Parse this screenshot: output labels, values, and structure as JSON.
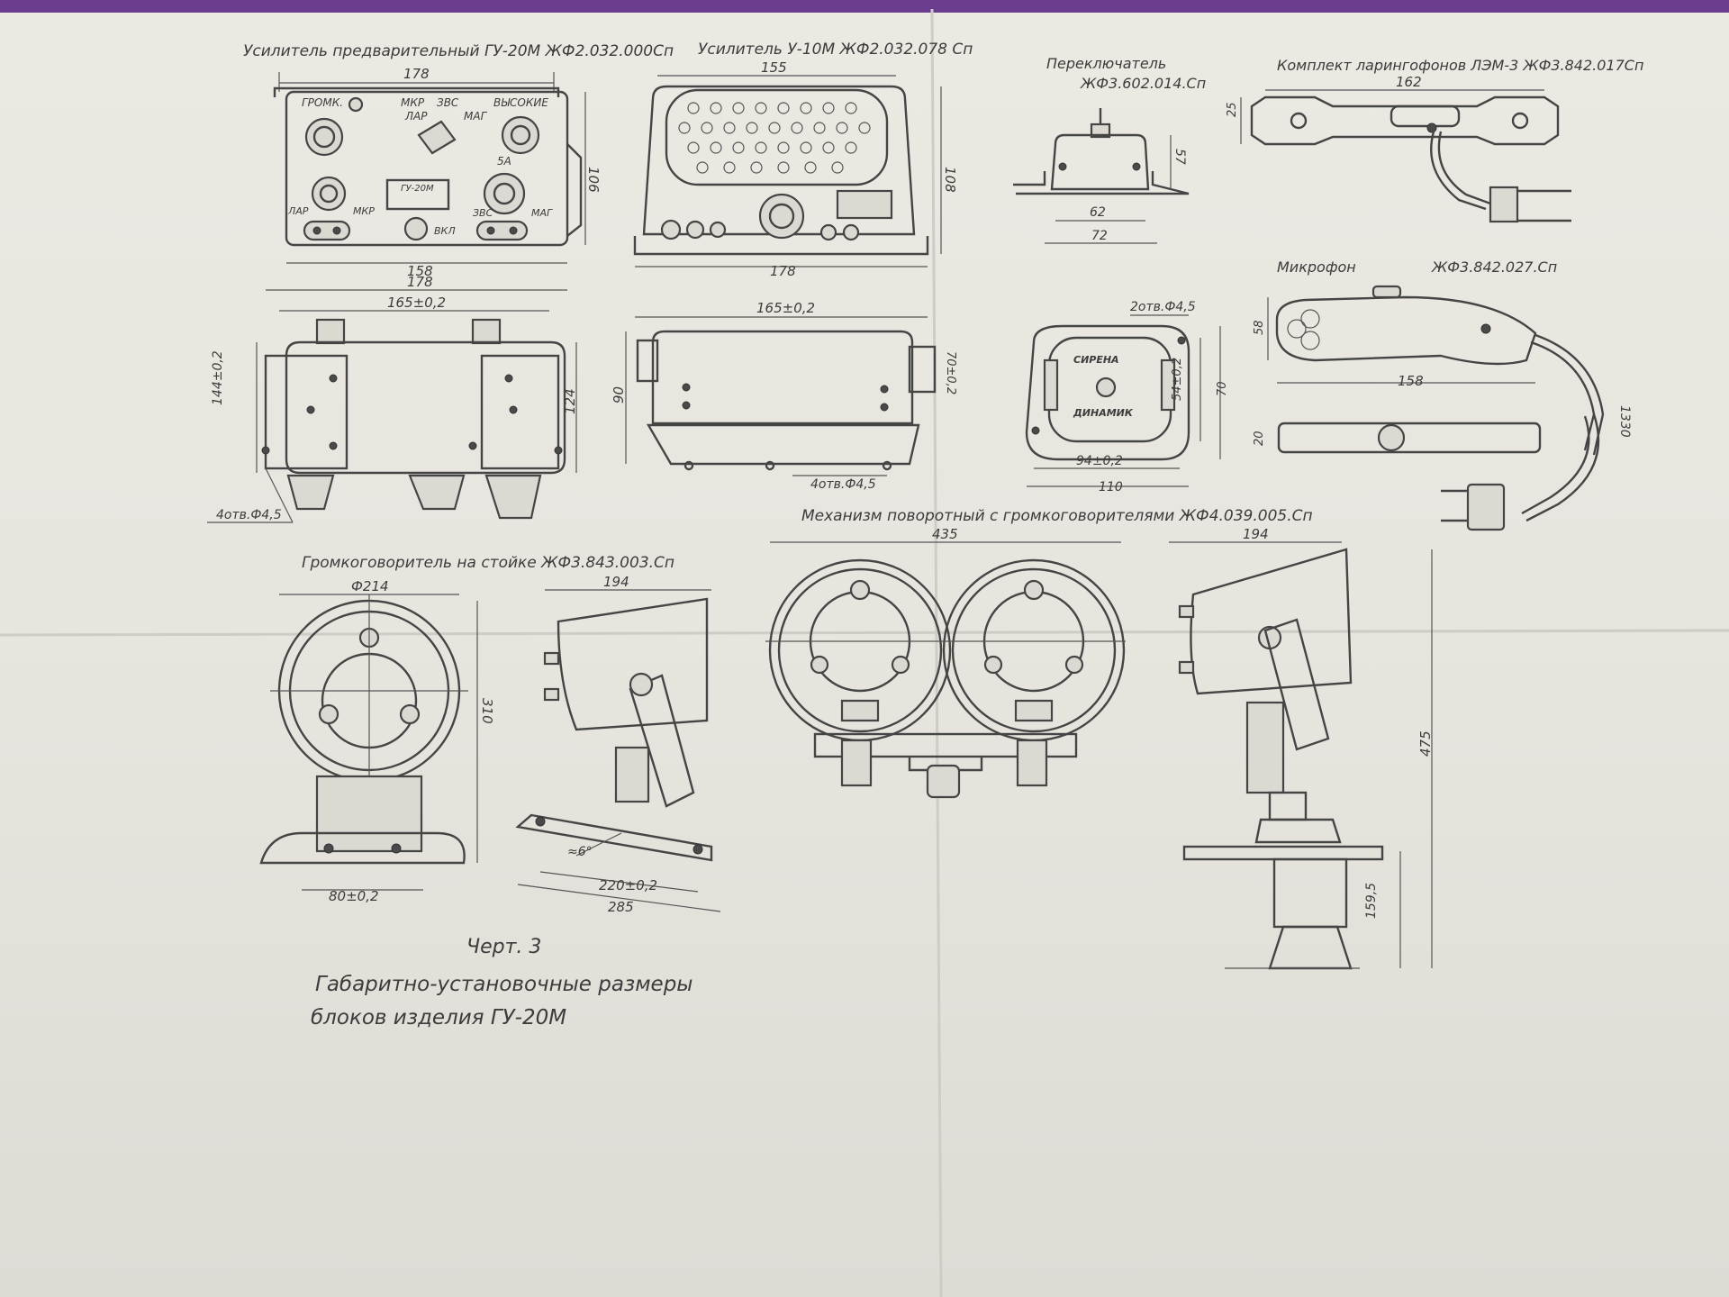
{
  "colors": {
    "background": "#6a3d8e",
    "paper": "#ebe8e2",
    "ink": "#454545"
  },
  "blocks": {
    "preamp": {
      "title": "Усилитель предварительный  ГУ-20М  ЖФ2.032.000Сп",
      "front": {
        "width_top": "178",
        "width_bottom": "158",
        "height": "106",
        "labels": {
          "gromk": "ГРОМК.",
          "mkr": "МКР",
          "zvs": "ЗВС",
          "lar": "ЛАР",
          "mag": "МАГ",
          "vysokie": "ВЫСОКИЕ",
          "fuse": "5А",
          "lar2": "ЛАР",
          "mkr2": "МКР",
          "vkl": "ВКЛ",
          "zvs2": "ЗВС",
          "mag2": "МАГ",
          "badge": "ГУ-20М"
        }
      },
      "top": {
        "width_outer": "178",
        "width_inner": "165±0,2",
        "side": "124",
        "hole_h": "144±0,2",
        "holes": "4отв.Ф4,5"
      }
    },
    "amp": {
      "title": "Усилитель У-10М  ЖФ2.032.078 Сп",
      "front": {
        "width_top": "155",
        "width_bottom": "178",
        "height": "108"
      },
      "top": {
        "width": "165±0,2",
        "height": "90",
        "side": "70±0,2",
        "holes": "4отв.Ф4,5"
      }
    },
    "switch": {
      "title1": "Переключатель",
      "title2": "ЖФ3.602.014.Сп",
      "front": {
        "w1": "62",
        "w2": "72",
        "h": "57"
      },
      "top": {
        "holes": "2отв.Ф4,5",
        "label1": "СИРЕНА",
        "label2": "ДИНАМИК",
        "w1": "94±0,2",
        "w2": "110",
        "h1": "54±0,2",
        "h2": "70"
      }
    },
    "laryngo": {
      "title": "Комплект ларингофонов ЛЭМ-3 ЖФ3.842.017Сп",
      "length": "162",
      "height": "25"
    },
    "mic": {
      "title": "Микрофон",
      "code": "ЖФ3.842.027.Сп",
      "length": "158",
      "h1": "58",
      "h2": "20",
      "cable": "1330"
    },
    "speaker": {
      "title": "Громкоговоритель на стойке  ЖФ3.843.003.Сп",
      "dia": "Ф214",
      "height": "310",
      "base": "80±0,2",
      "depth": "194",
      "angle": "≈6°",
      "mount": "220±0,2",
      "length": "285"
    },
    "mechanism": {
      "title": "Механизм поворотный с громкоговорителями  ЖФ4.039.005.Сп",
      "width": "435",
      "depth": "194",
      "height": "475",
      "base": "159,5"
    }
  },
  "caption": {
    "line1": "Черт. 3",
    "line2": "Габаритно-установочные размеры",
    "line3": "блоков изделия  ГУ-20М"
  }
}
